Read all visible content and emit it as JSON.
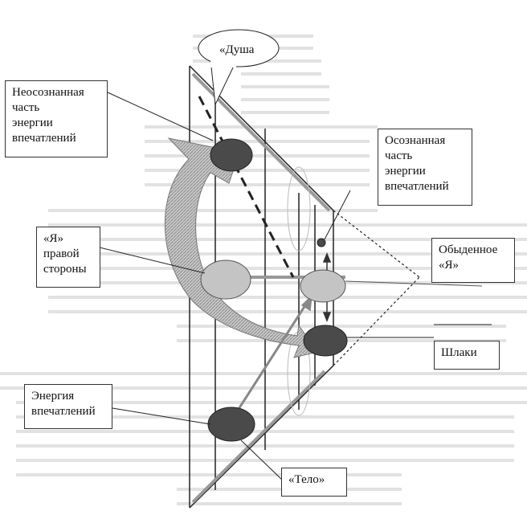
{
  "labels": {
    "dusha": "«Душа",
    "unconscious": "Неосознанная\nчасть\nэнергии\nвпечатлений",
    "conscious": "Осознанная\nчасть\nэнергии\nвпечатлений",
    "ya_right": "«Я»\nправой\nстороны",
    "everyday_ya": "Обыденное\n«Я»",
    "shlaki": "Шлаки",
    "energy": "Энергия\nвпечатлений",
    "telo": "«Тело»"
  },
  "colors": {
    "dark_ellipse": "#4a4a4a",
    "light_ellipse": "#c4c4c4",
    "arrow_fill": "#b8b8b8",
    "background_text": "#d8d8d8"
  }
}
